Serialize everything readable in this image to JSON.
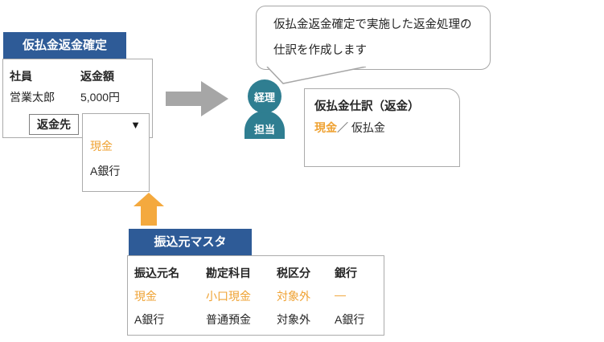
{
  "colors": {
    "header_blue": "#2E5B97",
    "teal": "#2F7E91",
    "accent_orange": "#EFA233",
    "arrow_gray": "#A6A6A6",
    "arrow_orange": "#F4A93E",
    "border_gray": "#ABABAB",
    "text_dark": "#262626"
  },
  "refund_panel": {
    "title": "仮払金返金確定",
    "employee_header": "社員",
    "amount_header": "返金額",
    "employee_value": "営業太郎",
    "amount_value": "5,000円",
    "refund_to_label": "返金先",
    "dropdown": {
      "caret_icon": "▼",
      "options": [
        {
          "label": "現金",
          "highlighted": true
        },
        {
          "label": "A銀行",
          "highlighted": false
        }
      ]
    }
  },
  "actor": {
    "line1": "経理",
    "line2": "担当"
  },
  "speech_bubble": {
    "line1": "仮払金返金確定で実施した返金処理の",
    "line2": "仕訳を作成します"
  },
  "journal_box": {
    "title": "仮払金仕訳（返金）",
    "debit": "現金",
    "separator": "／ ",
    "credit": "仮払金"
  },
  "master_table": {
    "title": "振込元マスタ",
    "headers": [
      "振込元名",
      "勘定科目",
      "税区分",
      "銀行"
    ],
    "rows": [
      {
        "cells": [
          "現金",
          "小口現金",
          "対象外",
          "—"
        ],
        "highlighted": true
      },
      {
        "cells": [
          "A銀行",
          "普通預金",
          "対象外",
          "A銀行"
        ],
        "highlighted": false
      }
    ]
  }
}
